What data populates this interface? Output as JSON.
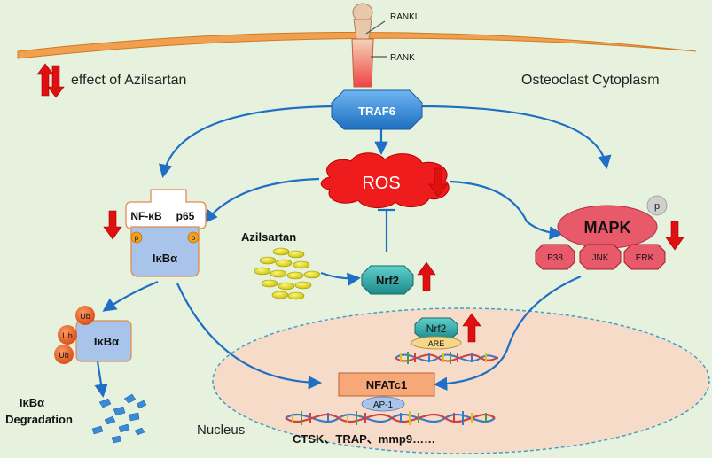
{
  "receptor": {
    "ligand": "RANKL",
    "receptor": "RANK"
  },
  "legend": {
    "label": "effect of Azilsartan"
  },
  "compartments": {
    "cytoplasm": "Osteoclast Cytoplasm",
    "nucleus": "Nucleus"
  },
  "nodes": {
    "traf6": "TRAF6",
    "ros": "ROS",
    "nfkb": "NF-κB",
    "p65": "p65",
    "ikba": "IκBα",
    "phospho": "p",
    "mapk": "MAPK",
    "p38": "P38",
    "jnk": "JNK",
    "erk": "ERK",
    "azilsartan": "Azilsartan",
    "nrf2": "Nrf2",
    "ub": "Ub",
    "ikba_degradation_line1": "IκBα",
    "ikba_degradation_line2": "Degradation",
    "nuclear_nrf2": "Nrf2",
    "are": "ARE",
    "nfatc1": "NFATc1",
    "ap1": "AP-1",
    "target_genes": "CTSK、TRAP、mmp9……"
  },
  "colors": {
    "background": "#e6f2de",
    "membrane": "#f0a050",
    "traf6": "#2f86d6",
    "ros": "#ee1c1c",
    "mapk": "#e85a6a",
    "nrf2": "#2fa5a5",
    "ikba": "#a8c4ea",
    "arrow": "#1f6fc4",
    "effect_arrow": "#e01010",
    "nucleus": "#f6dcc8"
  }
}
